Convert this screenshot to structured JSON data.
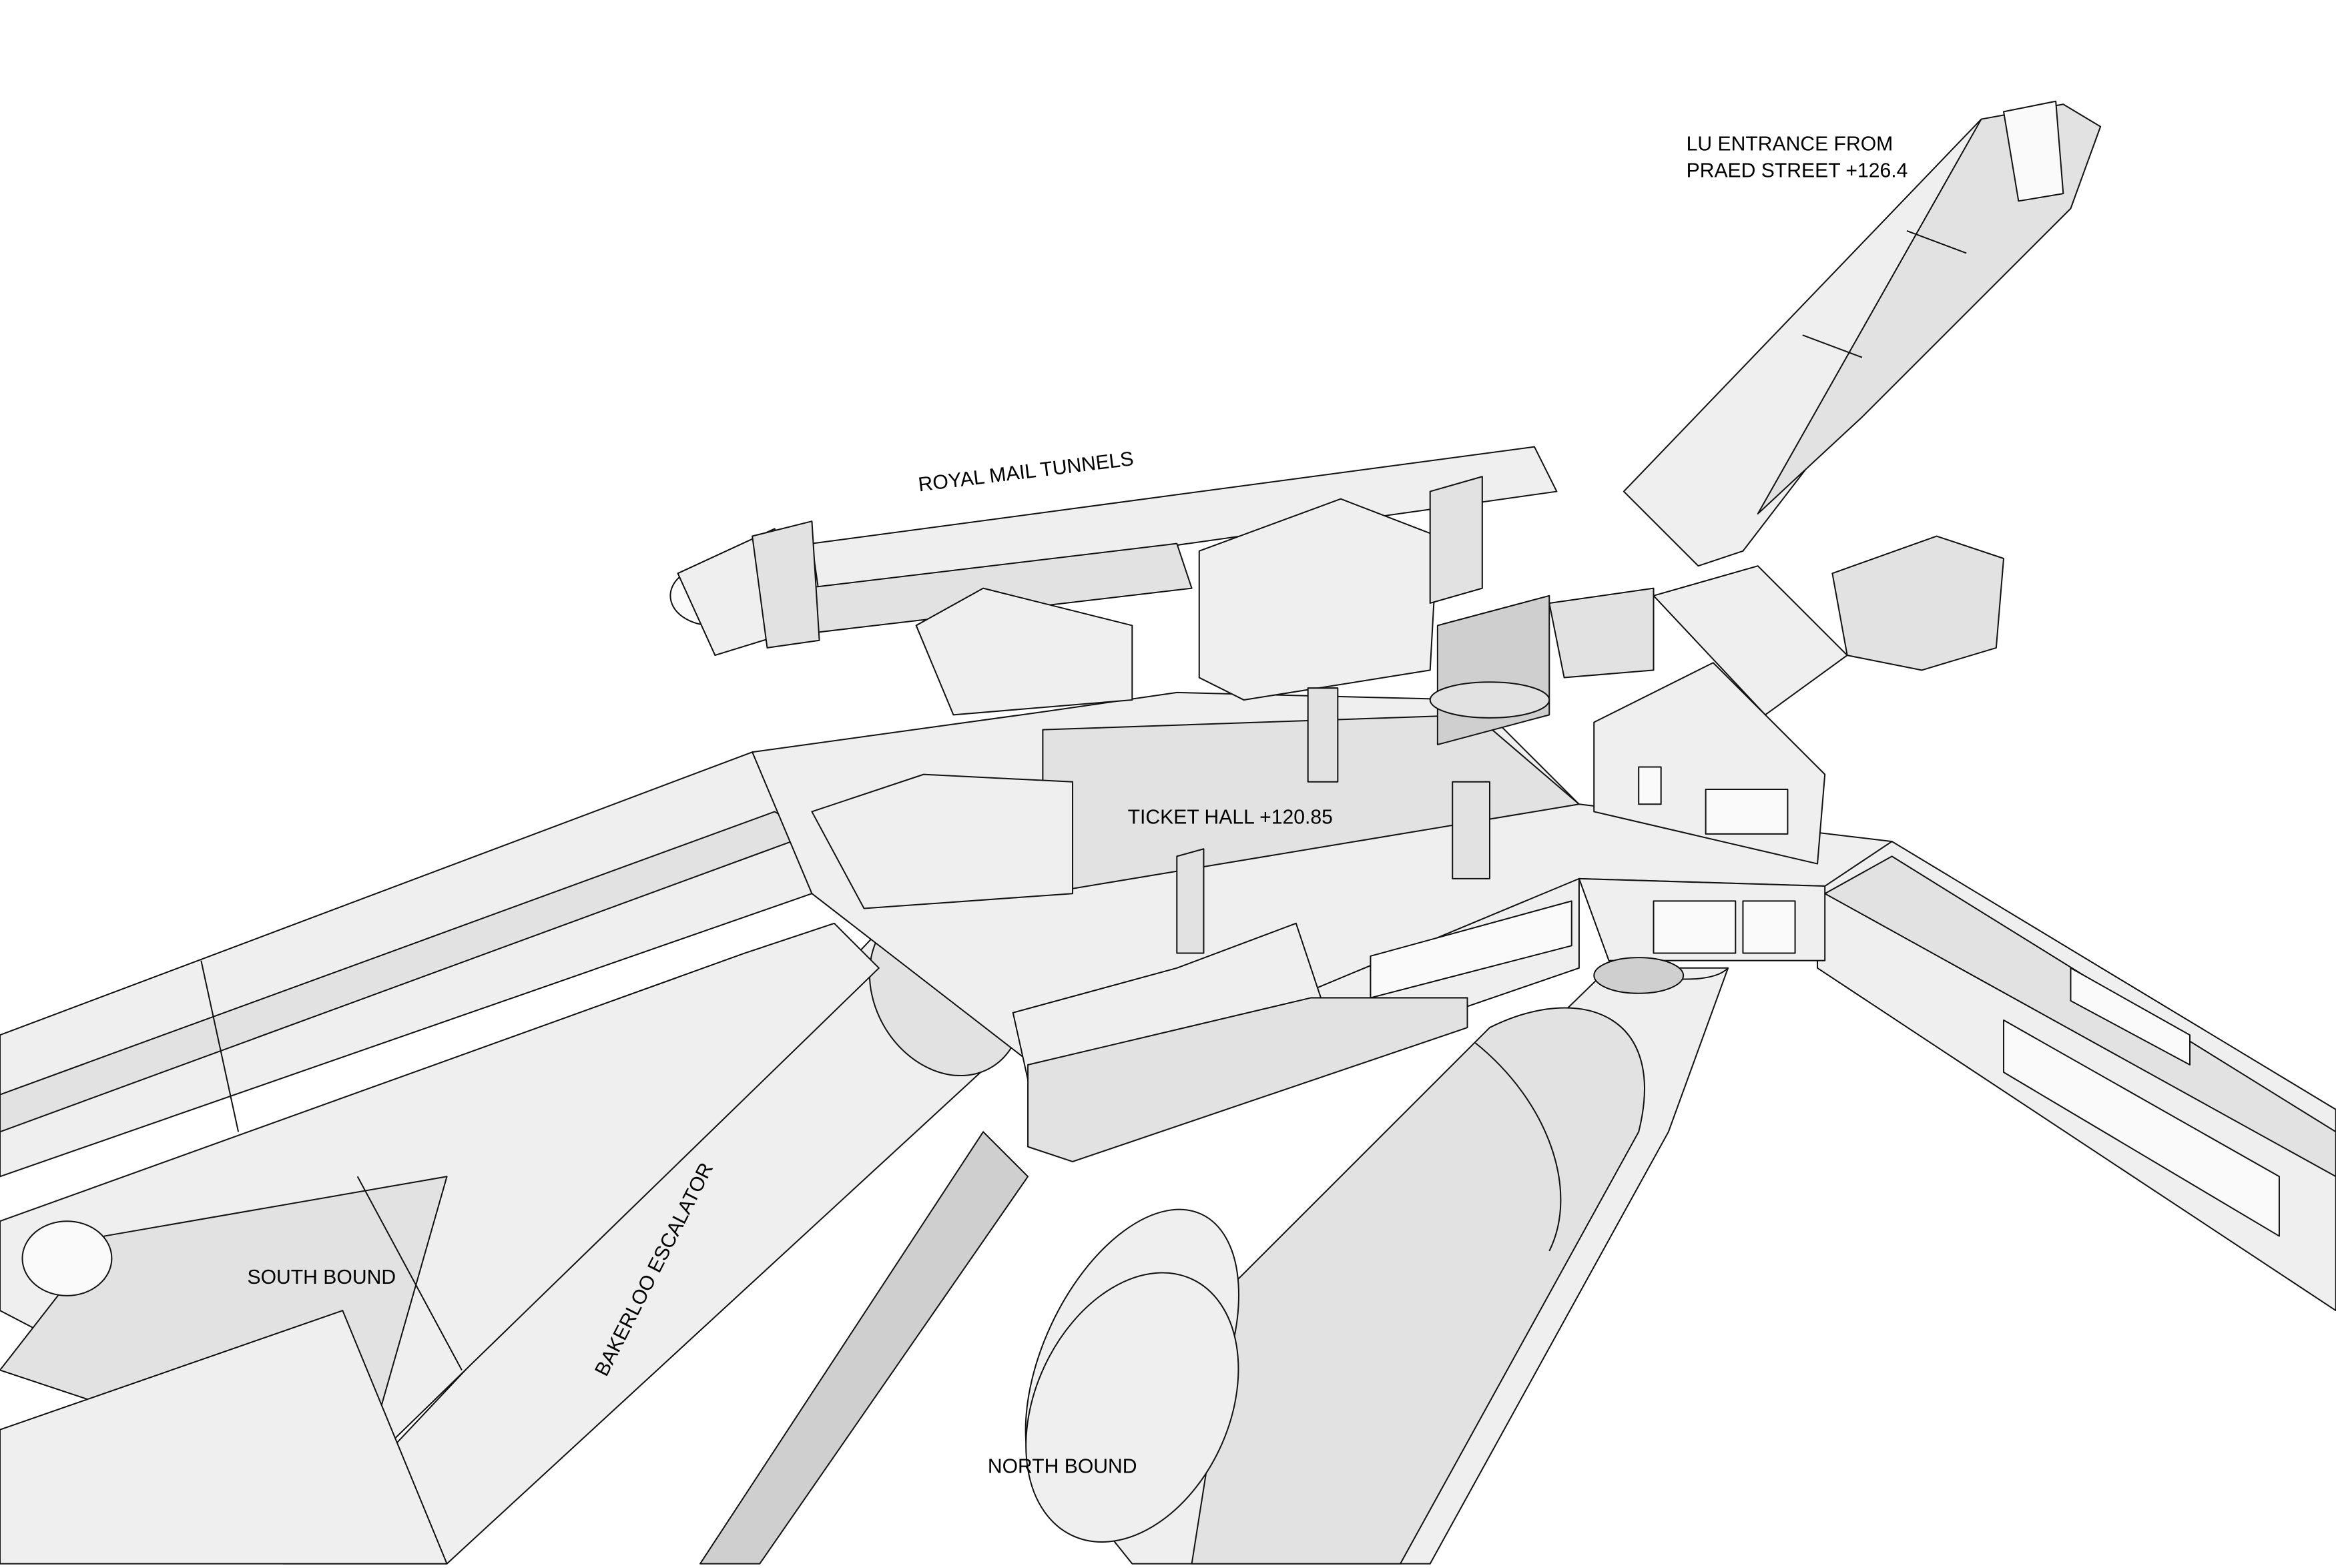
{
  "labels": {
    "entrance_line1": "LU ENTRANCE FROM",
    "entrance_line2": "PRAED STREET +126.4",
    "royal_mail": "ROYAL MAIL TUNNELS",
    "ticket_hall": "TICKET HALL +120.85",
    "south_bound": "SOUTH BOUND",
    "bakerloo_escalator": "BAKERLOO ESCALATOR",
    "north_bound": "NORTH BOUND"
  }
}
